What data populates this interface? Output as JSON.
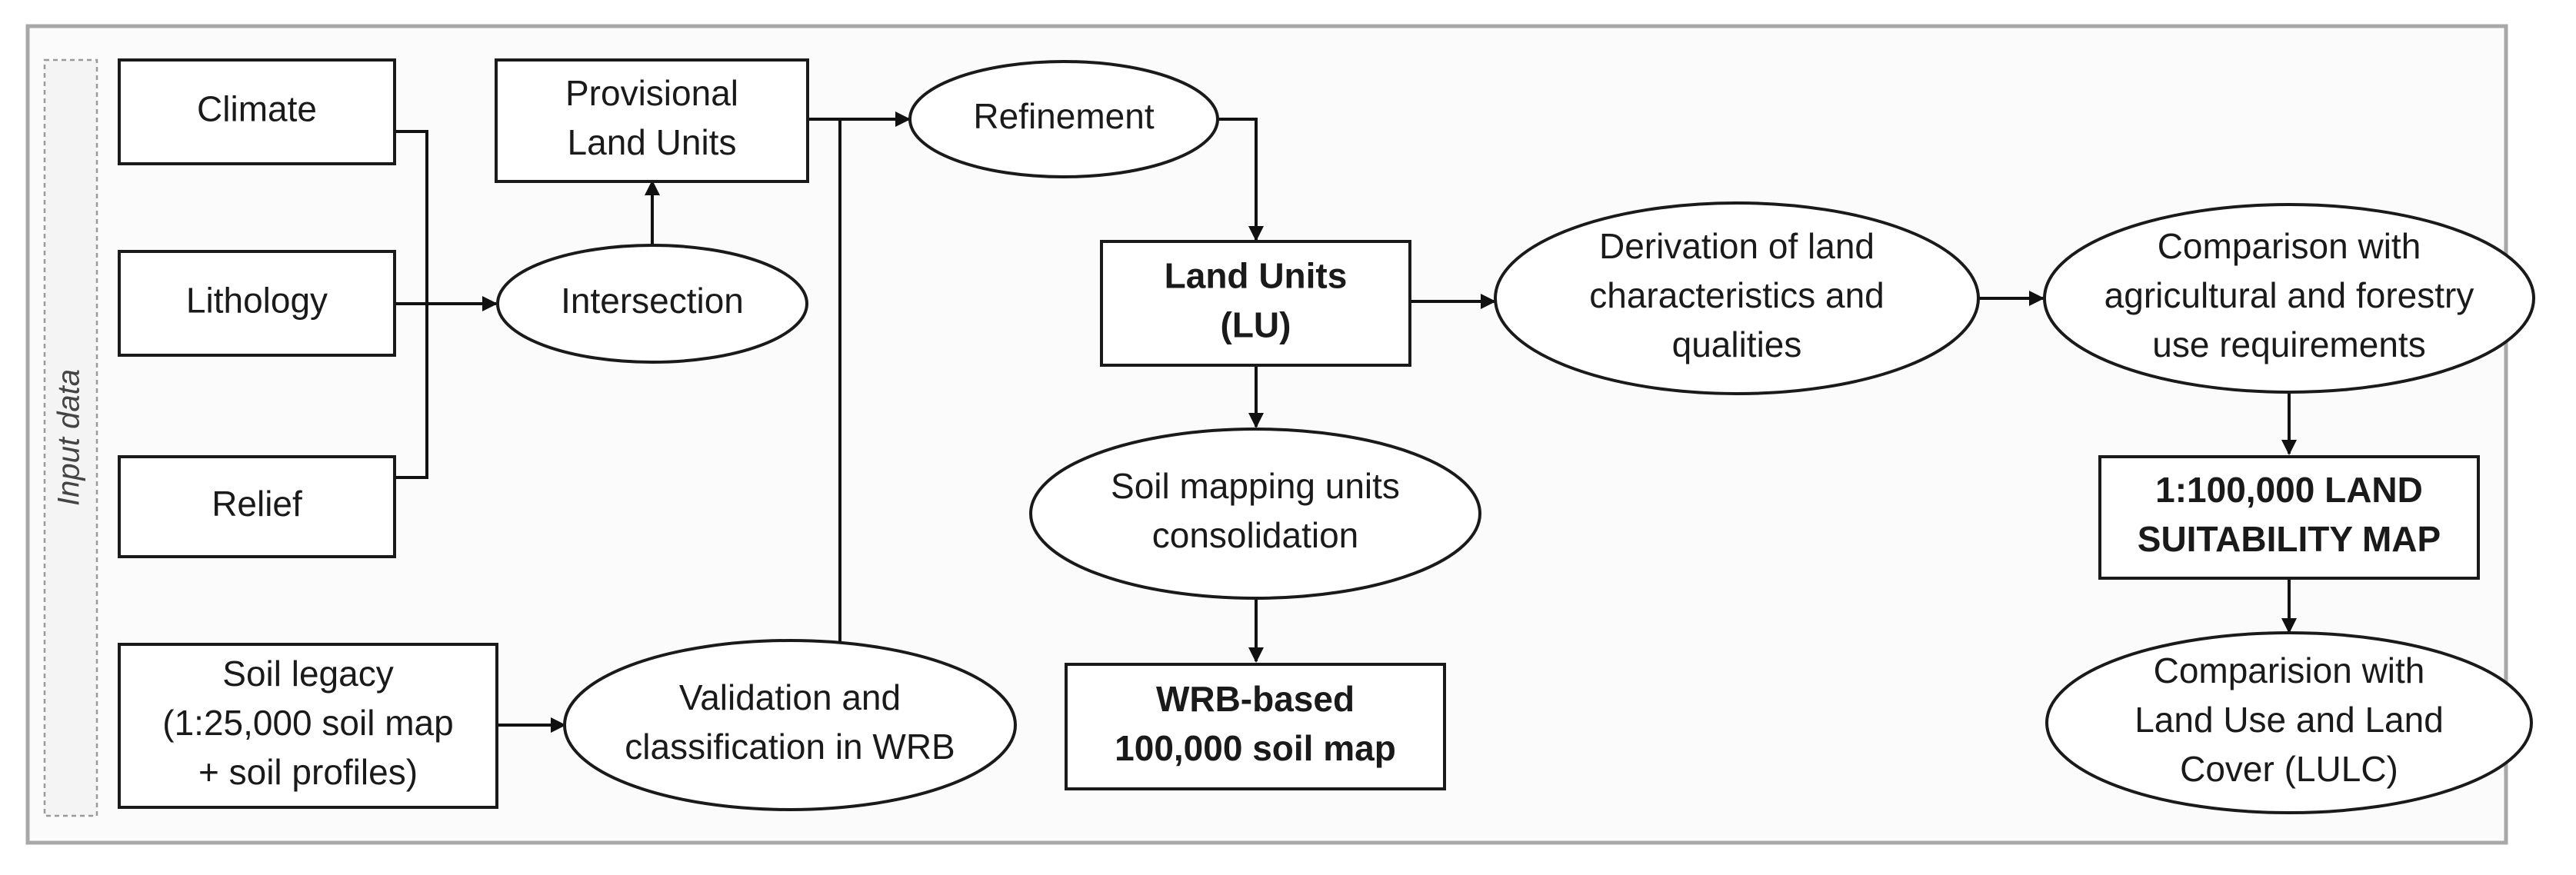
{
  "sidebar": {
    "label": "Input data"
  },
  "nodes": {
    "climate": [
      "Climate"
    ],
    "lithology": [
      "Lithology"
    ],
    "relief": [
      "Relief"
    ],
    "soil_legacy": [
      "Soil legacy",
      "(1:25,000 soil map",
      "+ soil profiles)"
    ],
    "provisional_land_units": [
      "Provisional",
      "Land Units"
    ],
    "intersection": [
      "Intersection"
    ],
    "validation": [
      "Validation and",
      "classification in WRB"
    ],
    "refinement": [
      "Refinement"
    ],
    "land_units": [
      "Land Units",
      "(LU)"
    ],
    "soil_mapping": [
      "Soil mapping units",
      "consolidation"
    ],
    "wrb_map": [
      "WRB-based",
      "100,000 soil map"
    ],
    "derivation": [
      "Derivation of land",
      "characteristics and",
      "qualities"
    ],
    "comparison_agri": [
      "Comparison with",
      "agricultural and forestry",
      "use requirements"
    ],
    "suitability_map": [
      "1:100,000 LAND",
      "SUITABILITY MAP"
    ],
    "comparison_lulc": [
      "Comparision with",
      "Land Use and Land",
      "Cover (LULC)"
    ]
  }
}
